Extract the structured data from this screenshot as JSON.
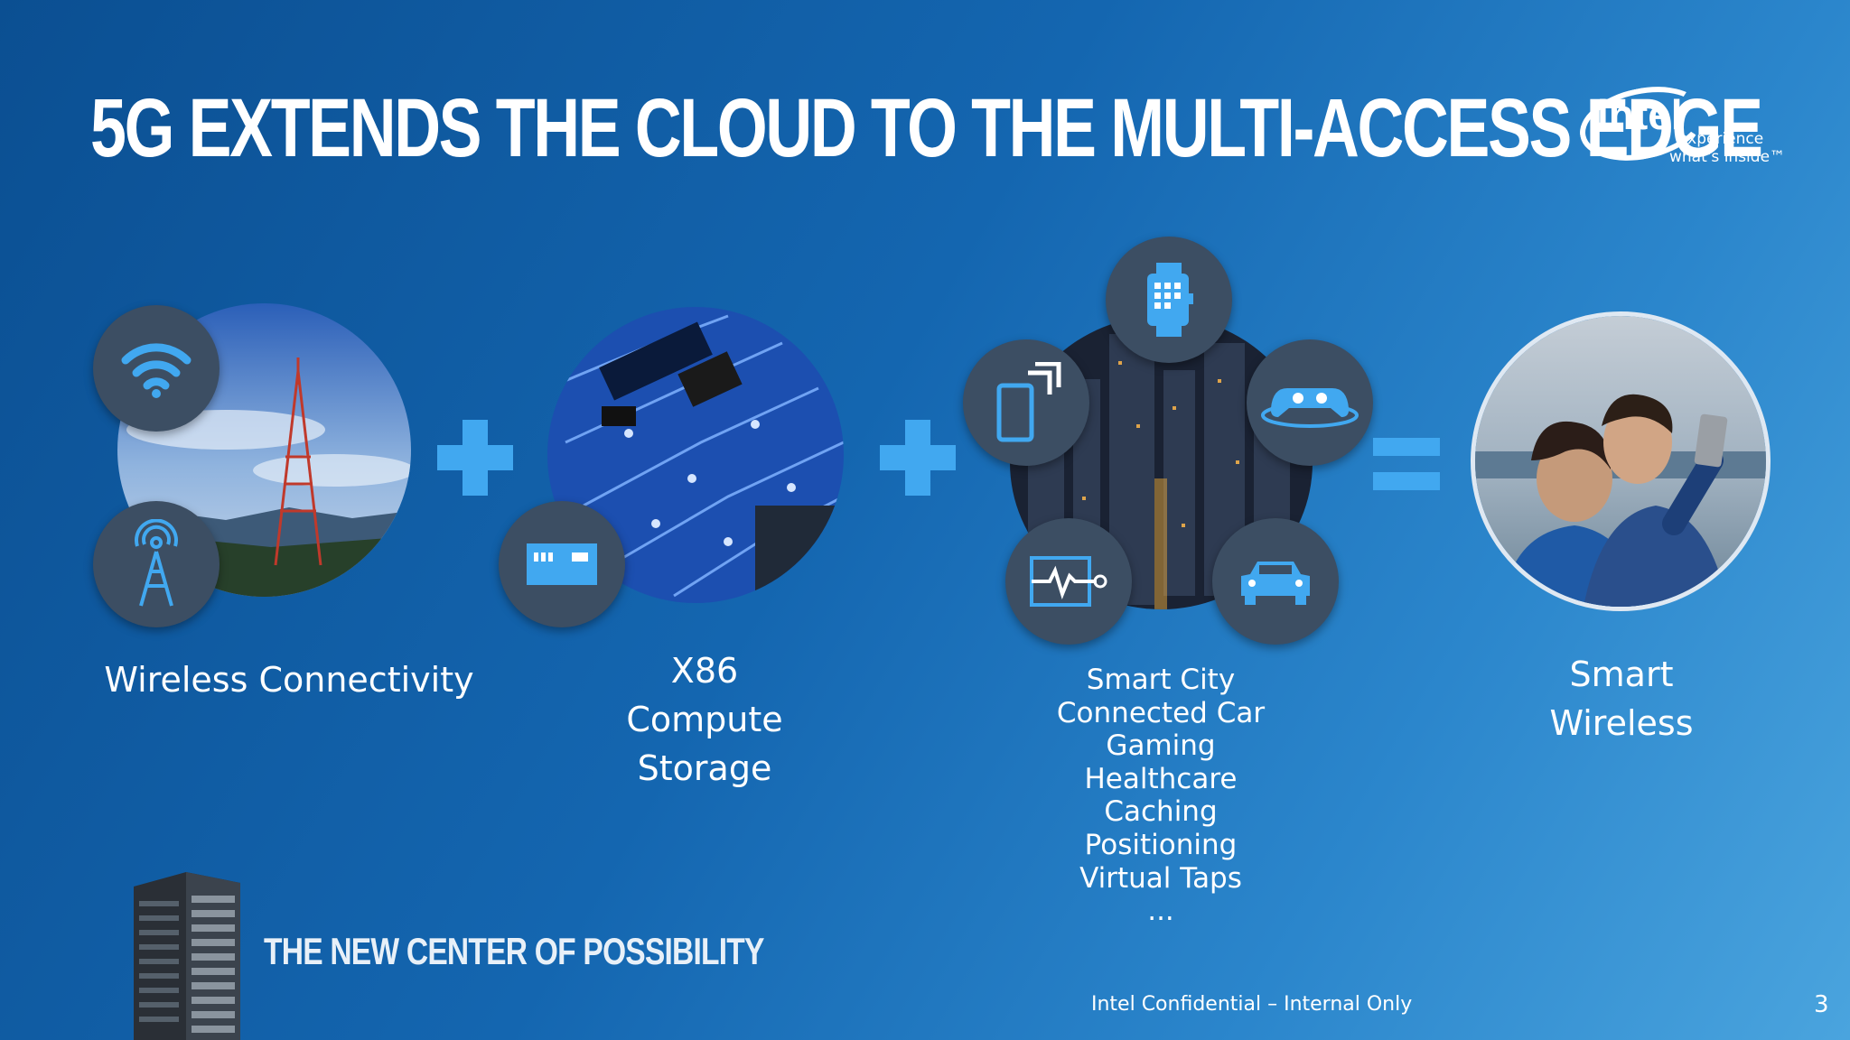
{
  "slide": {
    "title": "5G EXTENDS THE CLOUD TO THE MULTI-ACCESS EDGE",
    "logo": {
      "word": "intel",
      "tagline1": "experience",
      "tagline2": "what's inside™"
    },
    "captions": {
      "wireless": "Wireless Connectivity",
      "compute": [
        "X86",
        "Compute",
        "Storage"
      ],
      "smart_wireless": [
        "Smart",
        "Wireless"
      ]
    },
    "use_cases": [
      "Smart City",
      "Connected Car",
      "Gaming",
      "Healthcare",
      "Caching",
      "Positioning",
      "Virtual Taps",
      "..."
    ],
    "footer": {
      "tagline": "THE NEW CENTER OF POSSIBILITY",
      "confidential": "Intel Confidential – Internal Only",
      "page_number": "3"
    },
    "colors": {
      "accent": "#41a8f0",
      "badge": "#3c4e63",
      "background": "#1466b0"
    },
    "icons": [
      "wifi-icon",
      "cell-tower-icon",
      "memory-module-icon",
      "smartwatch-icon",
      "smartphone-signal-icon",
      "gamepad-icon",
      "health-monitor-icon",
      "car-icon"
    ]
  }
}
